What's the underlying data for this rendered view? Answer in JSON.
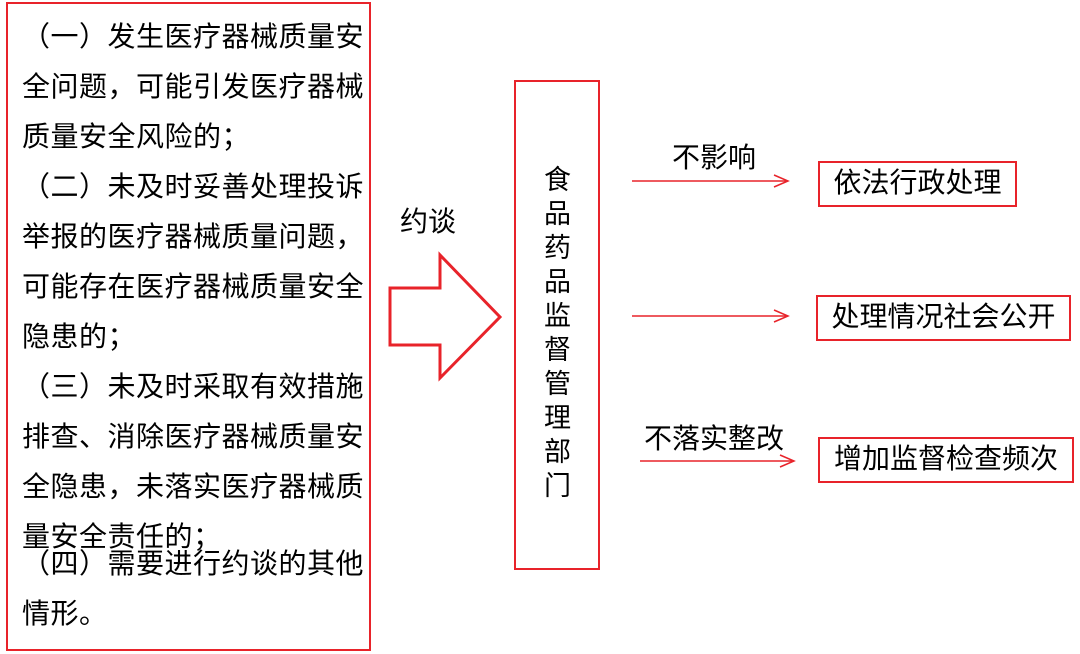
{
  "conditions": [
    "（一）发生医疗器械质量安全问题，可能引发医疗器械质量安全风险的；",
    "（二）未及时妥善处理投诉举报的医疗器械质量问题，可能存在医疗器械质量安全隐患的；",
    "（三）未及时采取有效措施排查、消除医疗器械质量安全隐患，未落实医疗器械质量安全责任的；",
    "（四）需要进行约谈的其他情形。"
  ],
  "big_arrow_label": "约谈",
  "department": "食品药品监督管理部门",
  "branches": [
    {
      "condition": "不影响",
      "result": "依法行政处理"
    },
    {
      "condition": "",
      "result": "处理情况社会公开"
    },
    {
      "condition": "不落实整改",
      "result": "增加监督检查频次"
    }
  ],
  "colors": {
    "border": "#e8232a",
    "text": "#000000"
  }
}
